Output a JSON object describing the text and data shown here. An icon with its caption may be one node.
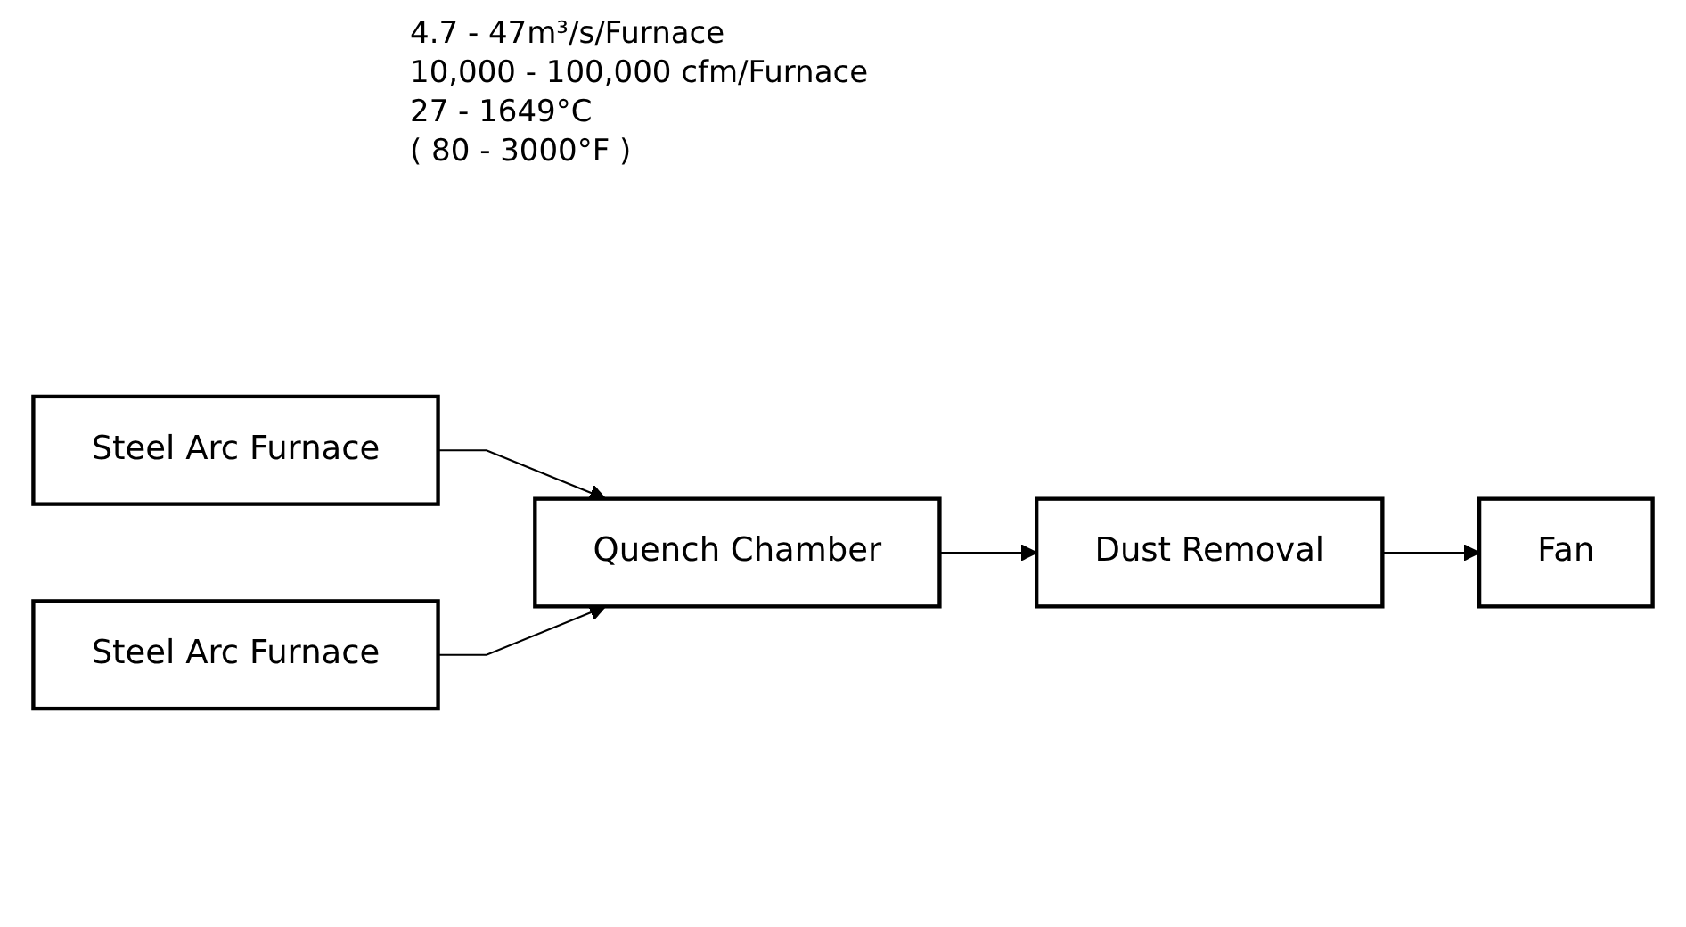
{
  "diagram": {
    "nodes": [
      {
        "text": [
          "Steel Arc Furnace"
        ]
      },
      {
        "text": [
          "Steel Arc Furnace"
        ]
      },
      {
        "text": [
          "Quench Chamber"
        ]
      },
      {
        "text": [
          "Dust Removal"
        ]
      },
      {
        "text": [
          "Fan"
        ]
      }
    ],
    "edges": [
      {
        "from": 0,
        "to": 2,
        "arrow": "to"
      },
      {
        "from": 1,
        "to": 2,
        "arrow": "to"
      },
      {
        "from": 2,
        "to": 3,
        "arrow": "to"
      },
      {
        "from": 3,
        "to": 4,
        "arrow": "to"
      }
    ],
    "labels": [
      "4.7 - 47m³/s/Furnace",
      "10,000 - 100,000 cfm/Furnace",
      "27 - 1649°C",
      "( 80 - 3000°F )"
    ]
  }
}
